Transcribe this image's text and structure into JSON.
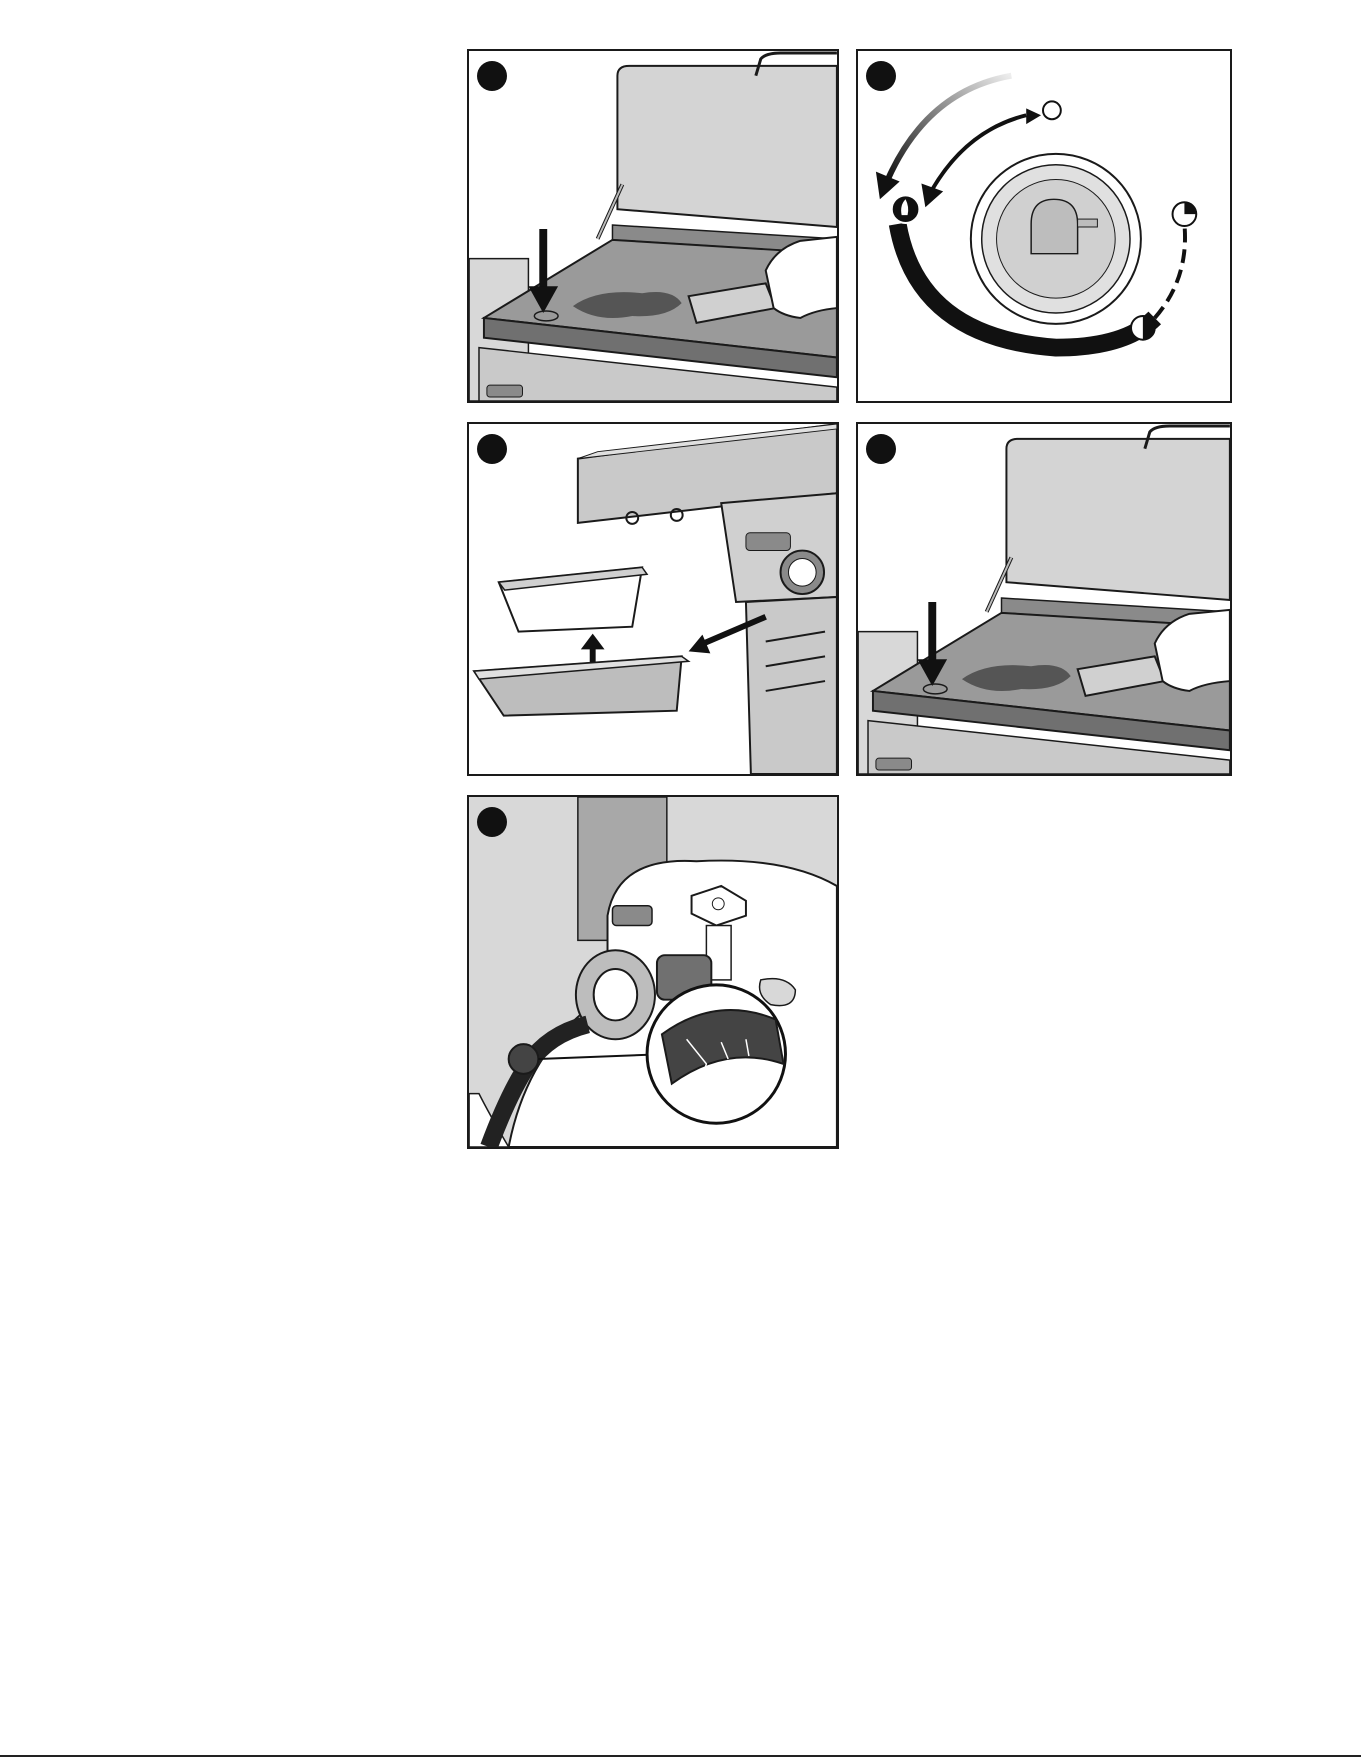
{
  "page": {
    "panels": [
      {
        "id": "p1",
        "step": "",
        "scene": "scraping-griddle"
      },
      {
        "id": "p2",
        "step": "",
        "scene": "control-knob-dial"
      },
      {
        "id": "p3",
        "step": "",
        "scene": "grease-tray-removal"
      },
      {
        "id": "p4",
        "step": "",
        "scene": "scraping-griddle"
      },
      {
        "id": "p5",
        "step": "",
        "scene": "gas-hose-inspection"
      }
    ],
    "footer_code": "",
    "colors": {
      "outline": "#1a1a1a",
      "steel": "#c9c9c9",
      "dark_steel": "#8a8a8a",
      "griddle": "#9a9a9a",
      "grease": "#555555",
      "background": "#ffffff"
    }
  }
}
